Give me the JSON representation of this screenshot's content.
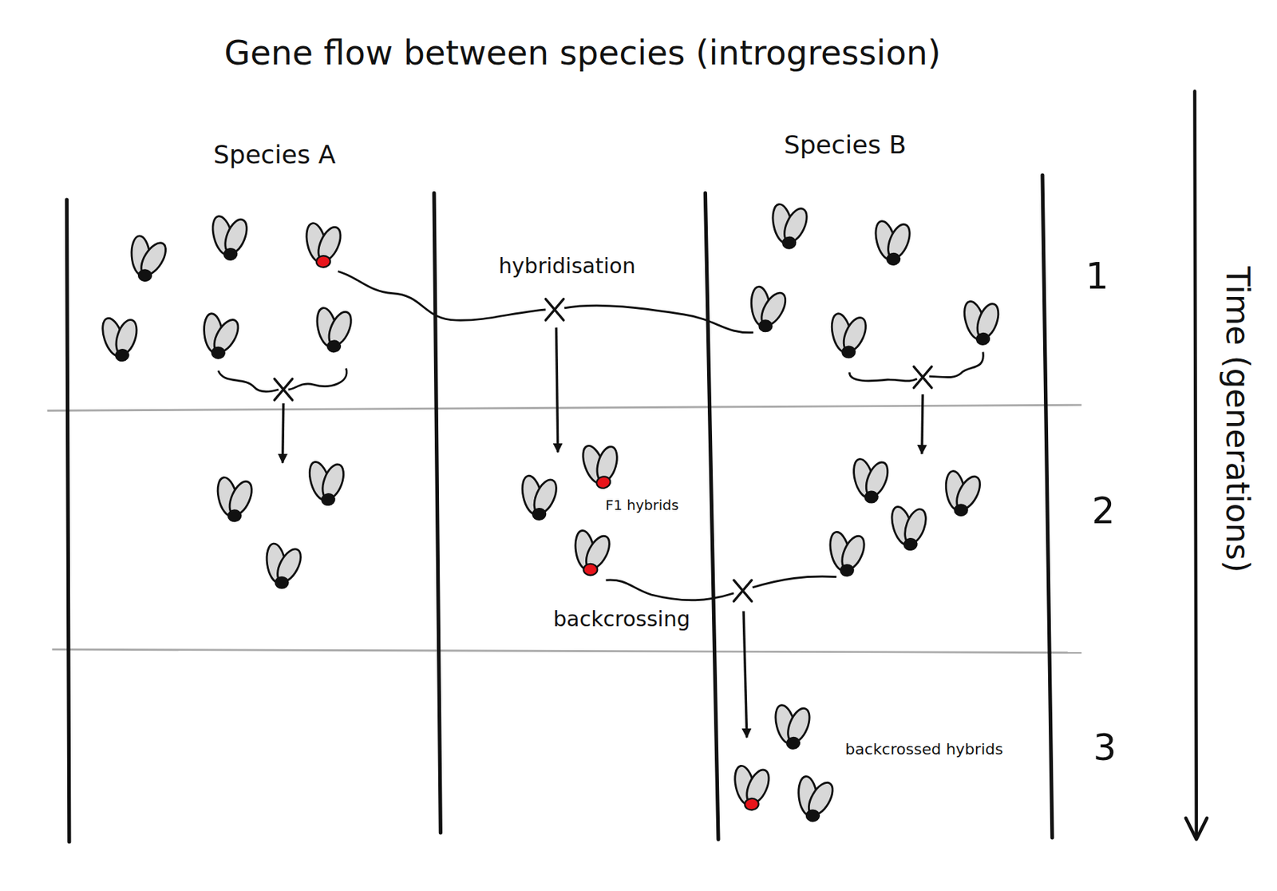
{
  "diagram": {
    "title": "Gene flow between species (introgression)",
    "labels": [
      "Species A",
      "Species B",
      "1",
      "hybridisation",
      "F1 hybrids",
      "2",
      "backcrossing",
      "backcrossed hybrids",
      "3",
      "Time (generations)"
    ]
  }
}
